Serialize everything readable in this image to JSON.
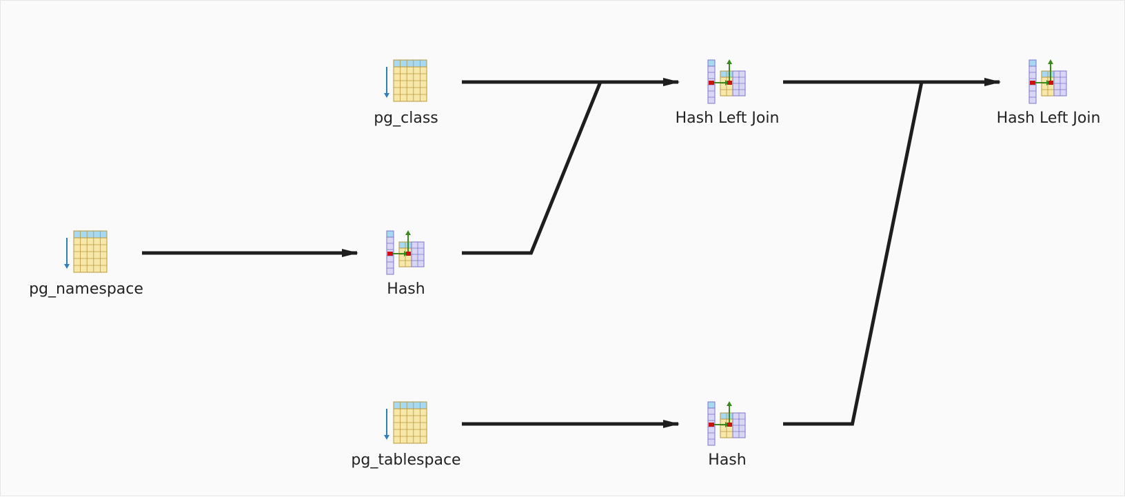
{
  "plan": {
    "nodes": [
      {
        "id": "pg_namespace",
        "label": "pg_namespace",
        "kind": "seq-scan-icon"
      },
      {
        "id": "hash1",
        "label": "Hash",
        "kind": "hash-icon"
      },
      {
        "id": "pg_class",
        "label": "pg_class",
        "kind": "seq-scan-icon"
      },
      {
        "id": "join1",
        "label": "Hash Left Join",
        "kind": "hash-join-icon"
      },
      {
        "id": "pg_tablespace",
        "label": "pg_tablespace",
        "kind": "seq-scan-icon"
      },
      {
        "id": "hash2",
        "label": "Hash",
        "kind": "hash-icon"
      },
      {
        "id": "join2",
        "label": "Hash Left Join",
        "kind": "hash-join-icon"
      }
    ],
    "edges": [
      {
        "from": "pg_namespace",
        "to": "hash1"
      },
      {
        "from": "pg_class",
        "to": "join1"
      },
      {
        "from": "hash1",
        "to": "join1"
      },
      {
        "from": "pg_tablespace",
        "to": "hash2"
      },
      {
        "from": "join1",
        "to": "join2"
      },
      {
        "from": "hash2",
        "to": "join2"
      }
    ],
    "colors": {
      "edge": "#1e1e1e",
      "table_fill": "#f7e7a8",
      "table_header": "#a6d8ef",
      "table_border": "#b8973e",
      "hash_fill": "#d9d6f5",
      "hash_border": "#7b76c9",
      "arrow_down": "#2f7fb8",
      "arrow_green": "#3a8a1e",
      "marker_red": "#cc1111"
    }
  }
}
